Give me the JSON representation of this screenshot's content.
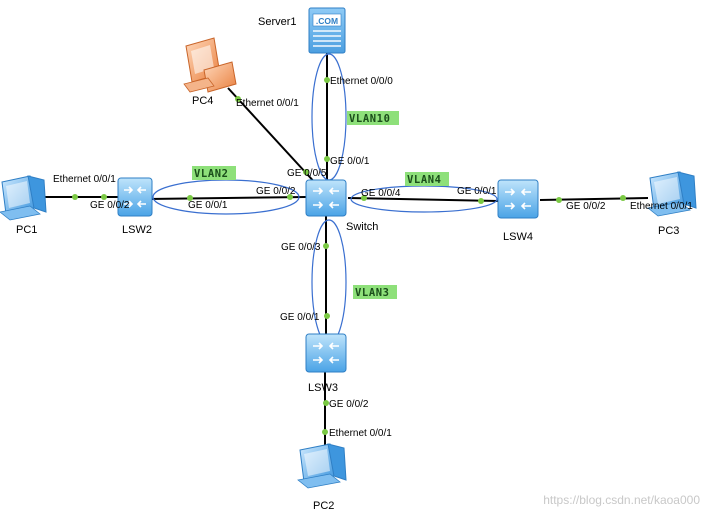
{
  "devices": {
    "server1": "Server1",
    "server_badge": ".COM",
    "pc4": "PC4",
    "pc1": "PC1",
    "lsw2": "LSW2",
    "switch": "Switch",
    "lsw4": "LSW4",
    "pc3": "PC3",
    "lsw3": "LSW3",
    "pc2": "PC2"
  },
  "ports": {
    "server1_eth": "Ethernet 0/0/0",
    "switch_to_server": "GE 0/0/1",
    "pc4_eth": "Ethernet 0/0/1",
    "switch_to_pc4": "GE 0/0/5",
    "pc1_eth": "Ethernet 0/0/1",
    "lsw2_to_pc1": "GE 0/0/2",
    "lsw2_to_switch": "GE 0/0/1",
    "switch_to_lsw2": "GE 0/0/2",
    "switch_to_lsw4": "GE 0/0/4",
    "lsw4_to_switch": "GE 0/0/1",
    "lsw4_to_pc3": "GE 0/0/2",
    "pc3_eth": "Ethernet 0/0/1",
    "switch_to_lsw3": "GE 0/0/3",
    "lsw3_to_switch": "GE 0/0/1",
    "lsw3_to_pc2": "GE 0/0/2",
    "pc2_eth": "Ethernet 0/0/1"
  },
  "vlans": {
    "vlan10": "VLAN10",
    "vlan2": "VLAN2",
    "vlan4": "VLAN4",
    "vlan3": "VLAN3"
  },
  "watermark": "https://blog.csdn.net/kaoa000",
  "colors": {
    "link": "#000000",
    "port_dot": "#7ac943",
    "vlan_ring": "#3a6fd0",
    "vlan_tag_bg": "#8ee07a",
    "switch_blue": "#5aaee8",
    "pc_blue": "#4aa3e6",
    "pc4_orange": "#f09860",
    "server_blue": "#6cb8f0"
  },
  "icons": {
    "server1": "server-icon",
    "pc": "pc-icon",
    "switch": "switch-icon"
  }
}
